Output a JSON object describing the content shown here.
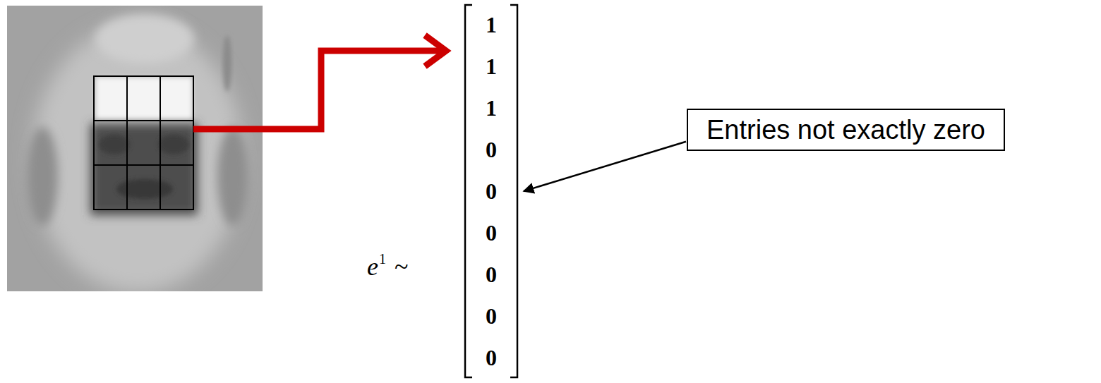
{
  "diagram": {
    "nodes": [
      {
        "text": [
          "1",
          "1",
          "1",
          "0",
          "0",
          "0",
          "0",
          "0",
          "0"
        ]
      },
      {
        "text": [
          "Entries not exactly zero"
        ]
      }
    ],
    "edges": [
      {
        "from": 1,
        "to": 0,
        "arrow": "to"
      }
    ],
    "labels": [
      "e",
      "1",
      "~"
    ]
  }
}
